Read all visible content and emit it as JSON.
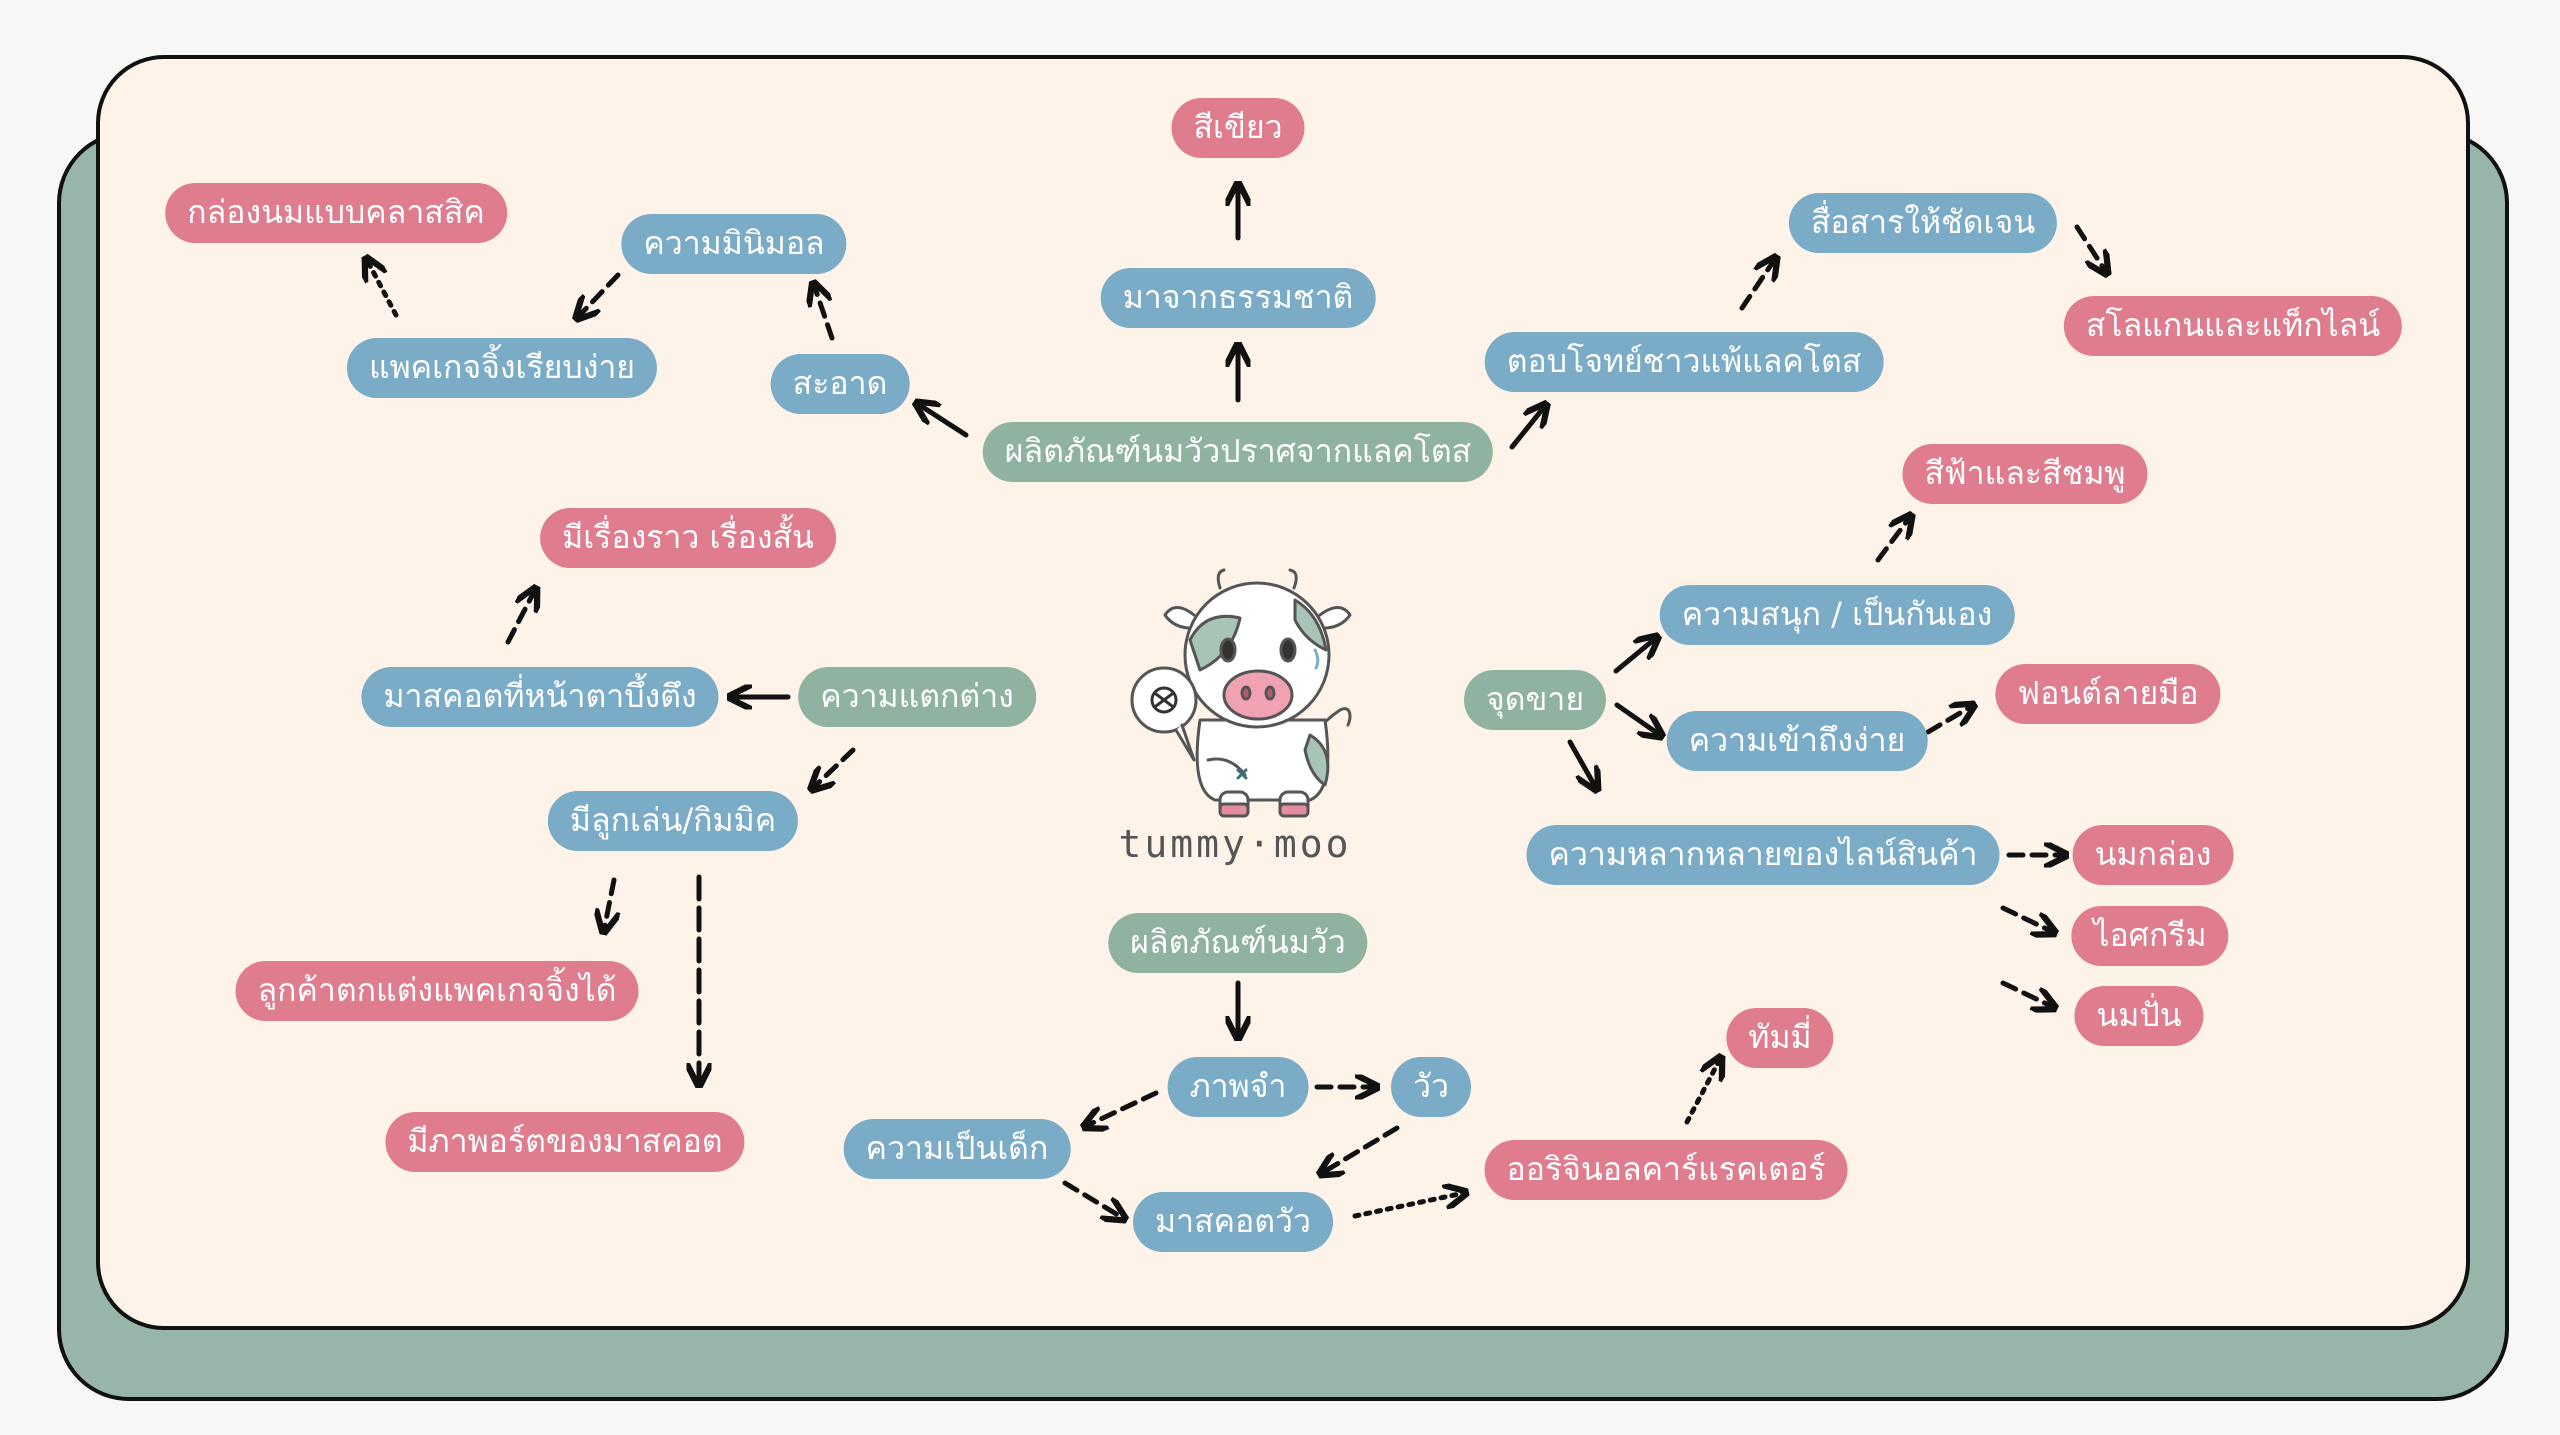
{
  "brand": "tummy·moo",
  "nodes": {
    "center": "ผลิตภัณฑ์นมวัวปราศจากแลคโตส",
    "green_color": "สีเขียว",
    "from_nature": "มาจากธรรมชาติ",
    "clean": "สะอาด",
    "minimal": "ความมินิมอล",
    "simple_package": "แพคเกจจิ้งเรียบง่าย",
    "classic_box": "กล่องนมแบบคลาสสิค",
    "answer": "ตอบโจทย์ชาวแพ้แลคโตส",
    "clear_comm": "สื่อสารให้ชัดเจน",
    "slogan": "สโลแกนและแท็กไลน์",
    "difference": "ความแตกต่าง",
    "mascot_face": "มาสคอตที่หน้าตาบึ้งตึง",
    "story": "มีเรื่องราว เรื่องสั้น",
    "gimmick": "มีลูกเล่น/กิมมิค",
    "decorate": "ลูกค้าตกแต่งแพคเกจจิ้งได้",
    "mascot_portrait": "มีภาพอร์ตของมาสคอต",
    "selling": "จุดขาย",
    "fun": "ความสนุก / เป็นกันเอง",
    "blue_pink": "สีฟ้าและสีชมพู",
    "access": "ความเข้าถึงง่าย",
    "handwriting": "ฟอนต์ลายมือ",
    "variety": "ความหลากหลายของไลน์สินค้า",
    "box_milk": "นมกล่อง",
    "ice_cream": "ไอศกรีม",
    "powder": "นมปั่น",
    "cow_product": "ผลิตภัณฑ์นมวัว",
    "image": "ภาพจำ",
    "cow": "วัว",
    "childlike": "ความเป็นเด็ก",
    "cow_mascot": "มาสคอตวัว",
    "original_char": "ออริจินอลคาร์แรคเตอร์",
    "tummy": "ทัมมี่"
  },
  "colors": {
    "green": "#8fb2a1",
    "blue": "#7aacc7",
    "pink": "#df7c8e",
    "card": "#fdf3e9",
    "back_card": "#97b5a8"
  }
}
